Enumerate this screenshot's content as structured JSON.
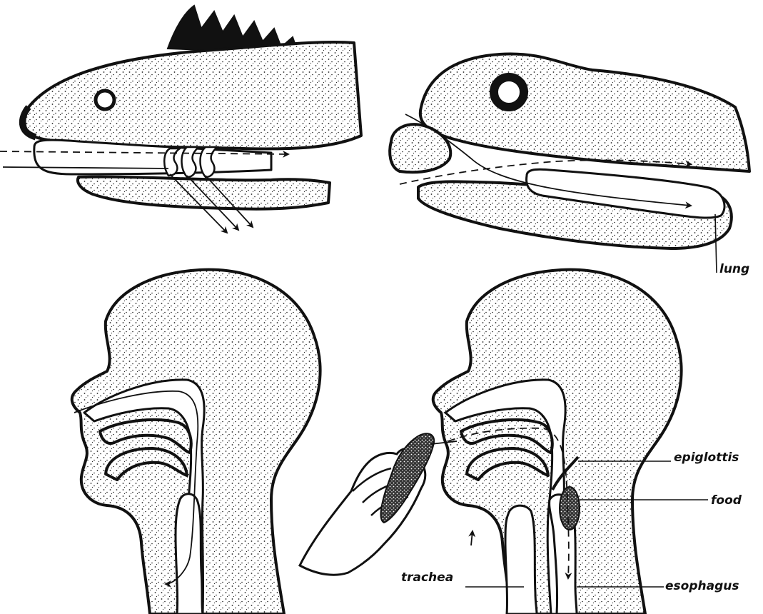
{
  "labels": {
    "lung": "lung",
    "epiglottis": "epiglottis",
    "food": "food",
    "trachea": "trachea",
    "esophagus": "esophagus"
  },
  "colors": {
    "ink": "#111111",
    "paper": "#ffffff",
    "stipple": "#222222"
  }
}
